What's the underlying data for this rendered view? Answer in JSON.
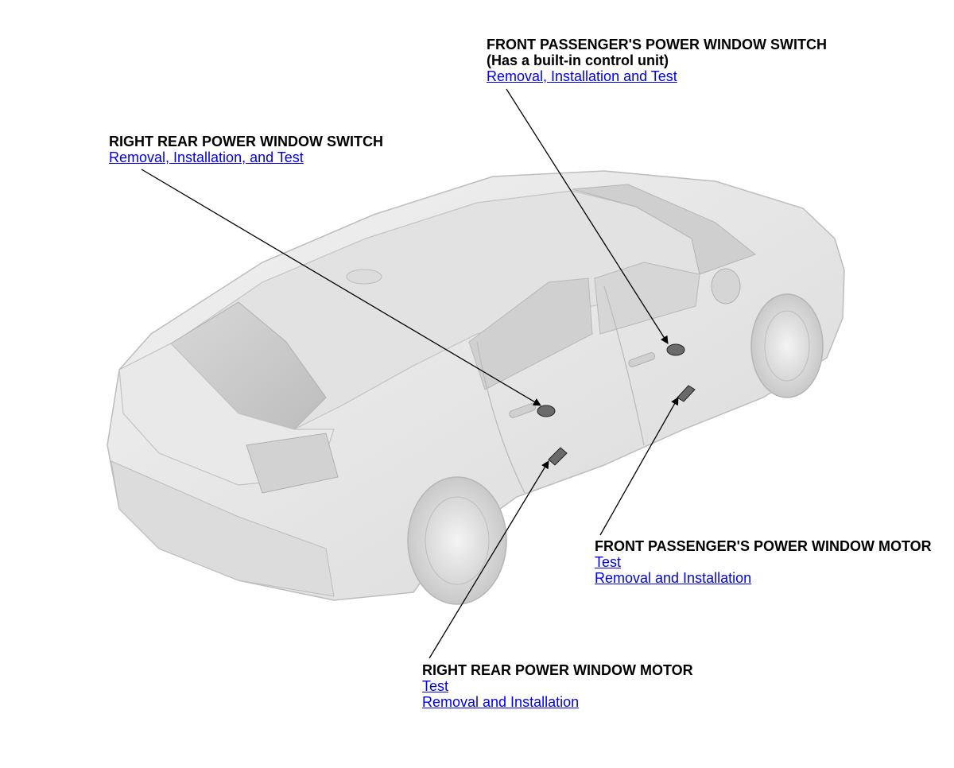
{
  "callouts": {
    "front_passenger_switch": {
      "title": "FRONT PASSENGER'S POWER WINDOW SWITCH",
      "subtitle": "(Has a built-in control unit)",
      "links": [
        "Removal, Installation and Test"
      ]
    },
    "right_rear_switch": {
      "title": "RIGHT REAR POWER WINDOW SWITCH",
      "links": [
        "Removal, Installation, and Test"
      ]
    },
    "front_passenger_motor": {
      "title": "FRONT PASSENGER'S POWER WINDOW MOTOR",
      "links": [
        "Test",
        "Removal and Installation"
      ]
    },
    "right_rear_motor": {
      "title": "RIGHT REAR POWER WINDOW MOTOR",
      "links": [
        "Test",
        "Removal and Installation"
      ]
    }
  },
  "colors": {
    "link": "#0000ee",
    "text": "#000000",
    "car_body": "#e6e6e6",
    "car_shadow": "#c8c8c8",
    "component": "#6a6a6a"
  }
}
